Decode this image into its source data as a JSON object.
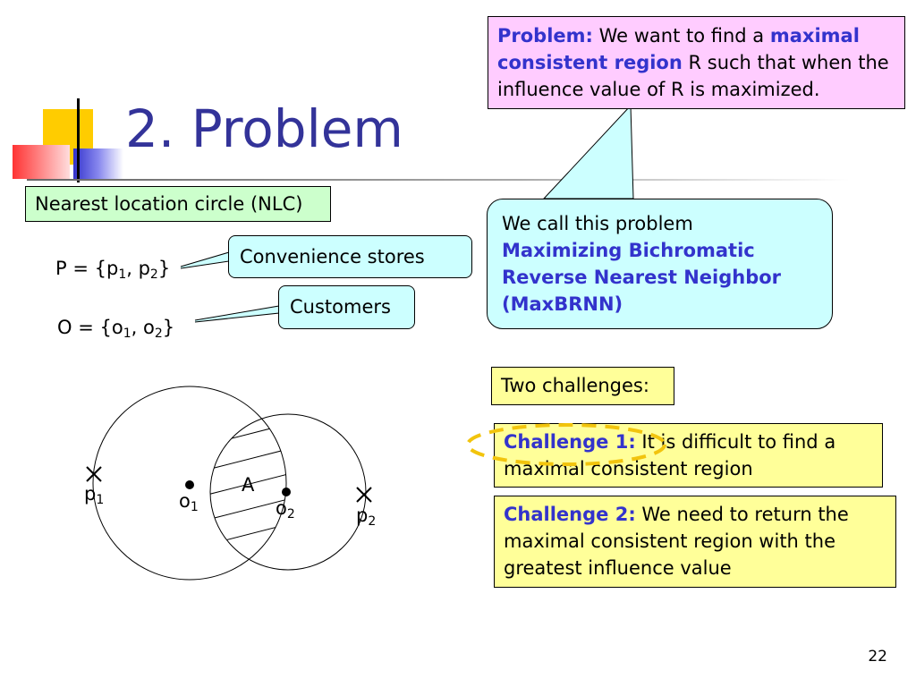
{
  "slide": {
    "title": "2. Problem",
    "page_number": "22"
  },
  "nlc_label": "Nearest location circle (NLC)",
  "sets": {
    "p_set": {
      "text": "P = {p",
      "sub1": "1",
      "mid": ", p",
      "sub2": "2",
      "end": "}"
    },
    "o_set": {
      "text": "O = {o",
      "sub1": "1",
      "mid": ", o",
      "sub2": "2",
      "end": "}"
    }
  },
  "callouts": {
    "convenience": "Convenience stores",
    "customers": "Customers",
    "problem": {
      "label": "Problem:",
      "text1": " We want to find a ",
      "bold1": "maximal consistent region",
      "text2": " R such that when the influence value of R is maximized."
    },
    "maxbrnn": {
      "intro": "We call this problem",
      "name": "Maximizing Bichromatic Reverse Nearest Neighbor (MaxBRNN)"
    }
  },
  "challenges": {
    "header": "Two challenges:",
    "c1": {
      "label": "Challenge 1:",
      "text": " It is difficult to find a maximal consistent region"
    },
    "c2": {
      "label": "Challenge 2:",
      "text": " We need to return the maximal consistent region with the greatest influence value"
    }
  },
  "diagram": {
    "region_label": "A",
    "p1": {
      "base": "p",
      "sub": "1"
    },
    "p2": {
      "base": "p",
      "sub": "2"
    },
    "o1": {
      "base": "o",
      "sub": "1"
    },
    "o2": {
      "base": "o",
      "sub": "2"
    }
  },
  "colors": {
    "title": "#333399",
    "accent_blue": "#3333cc",
    "deco_yellow": "#ffcc00",
    "deco_red": "#ff3333",
    "deco_blue": "#3333cc"
  }
}
